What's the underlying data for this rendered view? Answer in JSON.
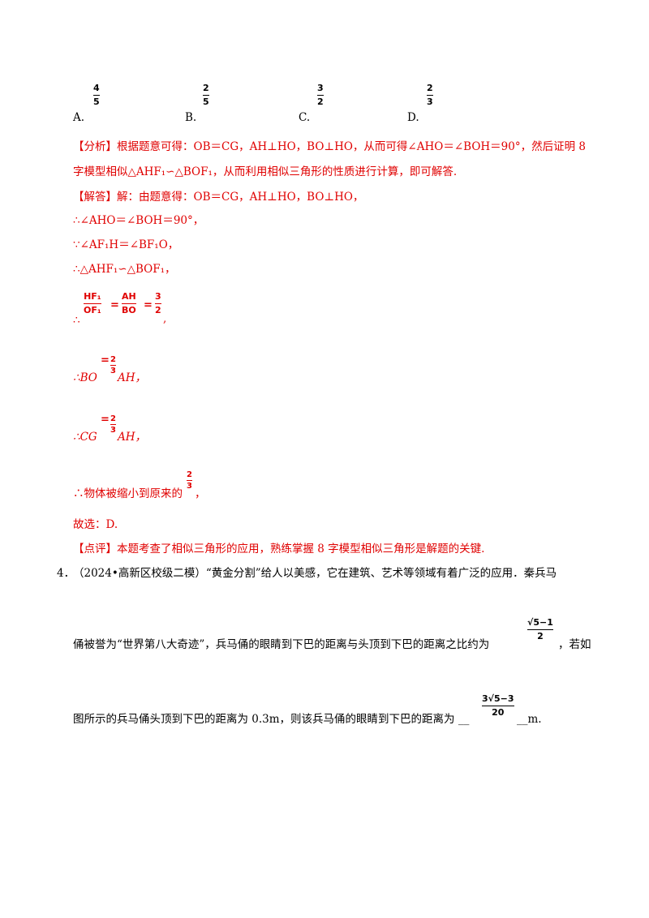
{
  "options": [
    {
      "letter": "A.",
      "num": "4",
      "den": "5"
    },
    {
      "letter": "B.",
      "num": "2",
      "den": "5"
    },
    {
      "letter": "C.",
      "num": "3",
      "den": "2"
    },
    {
      "letter": "D.",
      "num": "2",
      "den": "3"
    }
  ],
  "analysis": {
    "tag": "【分析】",
    "line1": "根据题意可得：OB＝CG，AH⊥HO，BO⊥HO，从而可得∠AHO＝∠BOH＝90°，然后证明 8",
    "line2": "字模型相似△AHF₁∽△BOF₁，从而利用相似三角形的性质进行计算，即可解答."
  },
  "solution": {
    "tag": "【解答】",
    "line1": "解：由题意得：OB＝CG，AH⊥HO，BO⊥HO，",
    "line2": "∴∠AHO＝∠BOH＝90°，",
    "line3": "∵∠AF₁H＝∠BF₁O，",
    "line4": "∴△AHF₁∽△BOF₁，",
    "ratio": {
      "prefix": "∴",
      "f1_num": "HF₁",
      "f1_den": "OF₁",
      "eq1": "=",
      "f2_num": "AH",
      "f2_den": "BO",
      "eq2": "=",
      "f3_num": "3",
      "f3_den": "2",
      "suffix": ","
    },
    "bo": {
      "prefix": "∴BO",
      "eq": "=",
      "num": "2",
      "den": "3",
      "suffix": "AH，"
    },
    "cg": {
      "prefix": "∴CG",
      "eq": "=",
      "num": "2",
      "den": "3",
      "suffix": "AH，"
    },
    "shrink": {
      "text": "∴物体被缩小到原来的",
      "num": "2",
      "den": "3",
      "suffix": "，"
    },
    "choice": "故选：D."
  },
  "comment": {
    "tag": "【点评】",
    "text": "本题考查了相似三角形的应用，熟练掌握 8 字模型相似三角形是解题的关键."
  },
  "question4": {
    "number": "4．",
    "line1": "（2024•高新区校级二模）“黄金分割”给人以美感，它在建筑、艺术等领域有着广泛的应用．秦兵马",
    "line2_pre": "俑被誉为“世界第八大奇迹”，兵马俑的眼睛到下巴的距离与头顶到下巴的距离之比约为",
    "ratio_num": "√5−1",
    "ratio_den": "2",
    "line2_post": "，若如",
    "line3_pre": "图所示的兵马俑头顶到下巴的距离为 0.3m，则该兵马俑的眼睛到下巴的距离为 __",
    "answer_num": "3√5−3",
    "answer_den": "20",
    "line3_post": "__m."
  }
}
